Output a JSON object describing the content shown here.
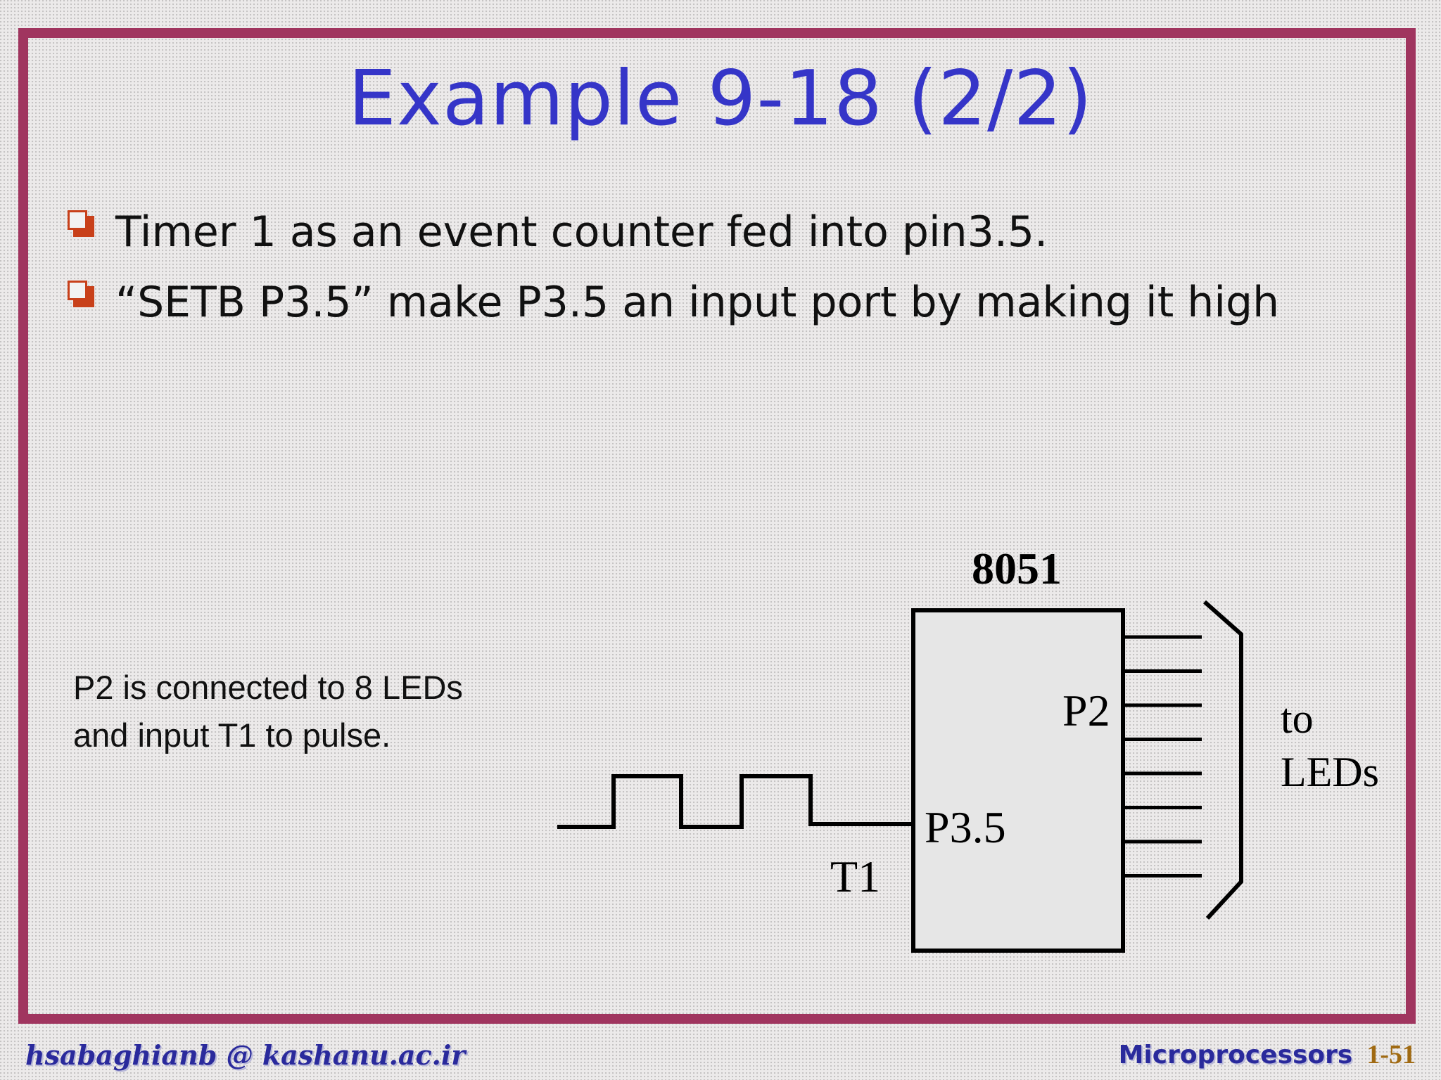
{
  "slide": {
    "title": "Example 9-18 (2/2)",
    "bullets": [
      "Timer 1 as an event counter fed into pin3.5.",
      "“SETB P3.5” make P3.5 an input port by making it high"
    ],
    "note_lines": [
      "P2 is connected to 8 LEDs",
      "and input T1 to pulse."
    ]
  },
  "diagram": {
    "chip_label": "8051",
    "port_out_label": "P2",
    "port_in_label": "P3.5",
    "timer_pin_label": "T1",
    "output_label_lines": [
      "to",
      "LEDs"
    ],
    "led_line_count": 8
  },
  "footer": {
    "email": "hsabaghianb @ kashanu.ac.ir",
    "course": "Microprocessors",
    "page": "1-51"
  },
  "colors": {
    "frame": "#a0355f",
    "title": "#3535c8",
    "bullet": "#c8401a",
    "footer_text": "#2a2a9c",
    "page_number": "#a06a12",
    "chip_fill": "#e6e6e6"
  }
}
